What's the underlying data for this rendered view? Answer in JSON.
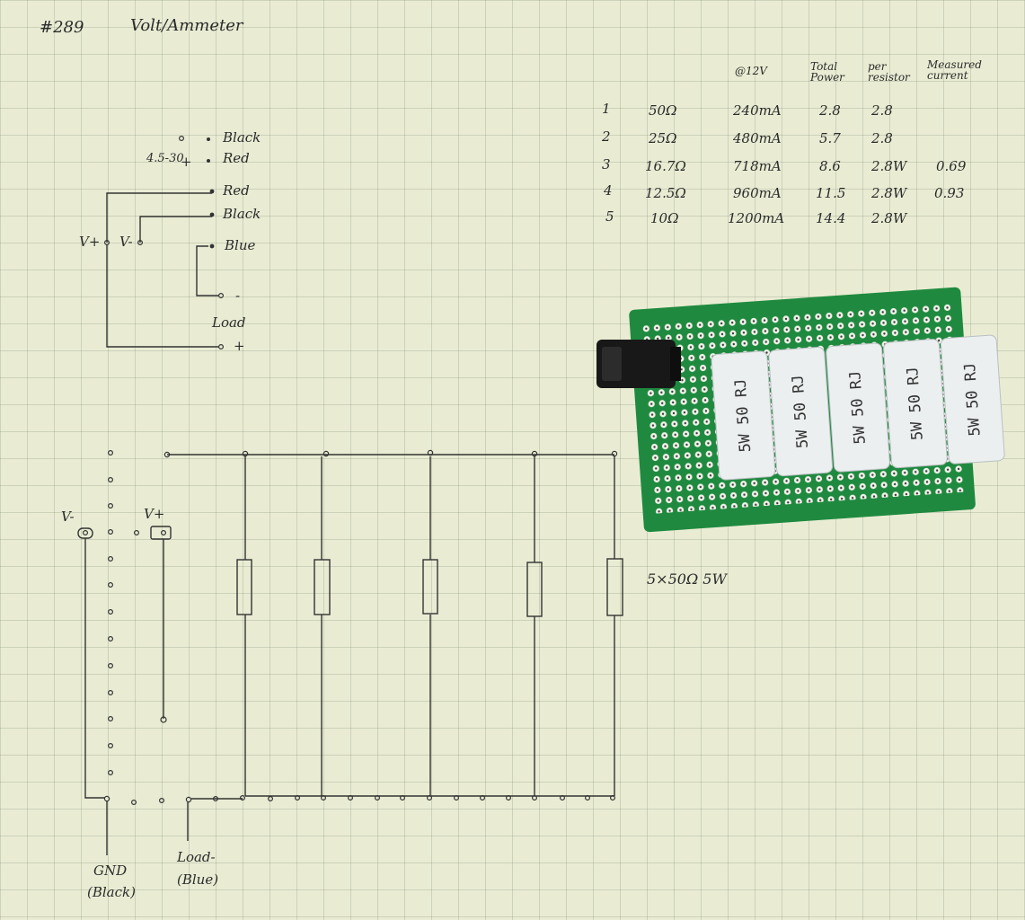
{
  "title": {
    "number": "#289",
    "name": "Volt/Ammeter"
  },
  "table": {
    "headers": [
      "@12V",
      "Total Power",
      "per resistor",
      "Measured current"
    ],
    "rows": [
      {
        "n": "1",
        "r": "50Ω",
        "i": "240mA",
        "total": "2.8",
        "per": "2.8",
        "measured": ""
      },
      {
        "n": "2",
        "r": "25Ω",
        "i": "480mA",
        "total": "5.7",
        "per": "2.8",
        "measured": ""
      },
      {
        "n": "3",
        "r": "16.7Ω",
        "i": "718mA",
        "total": "8.6",
        "per": "2.8W",
        "measured": "0.69"
      },
      {
        "n": "4",
        "r": "12.5Ω",
        "i": "960mA",
        "total": "11.5",
        "per": "2.8W",
        "measured": "0.93"
      },
      {
        "n": "5",
        "r": "10Ω",
        "i": "1200mA",
        "total": "14.4",
        "per": "2.8W",
        "measured": ""
      }
    ]
  },
  "wiring": {
    "input_range": "4.5-30",
    "plus": "+",
    "minus": "-",
    "labels": {
      "black_top": "Black",
      "red_top": "Red",
      "red": "Red",
      "black": "Black",
      "blue": "Blue",
      "load": "Load",
      "v_plus": "V+",
      "v_minus": "V-"
    }
  },
  "schematic": {
    "v_minus": "V-",
    "v_plus": "V+",
    "resistor_note": "5×50Ω 5W",
    "gnd": "GND",
    "gnd_color": "(Black)",
    "load_minus": "Load-",
    "load_color": "(Blue)"
  },
  "photo": {
    "resistor_marking": "5W 50 RJ",
    "resistor_count": 5,
    "colors": {
      "pcb": "#1f8a3f",
      "resistor": "#eceff0",
      "jack": "#181818"
    }
  }
}
